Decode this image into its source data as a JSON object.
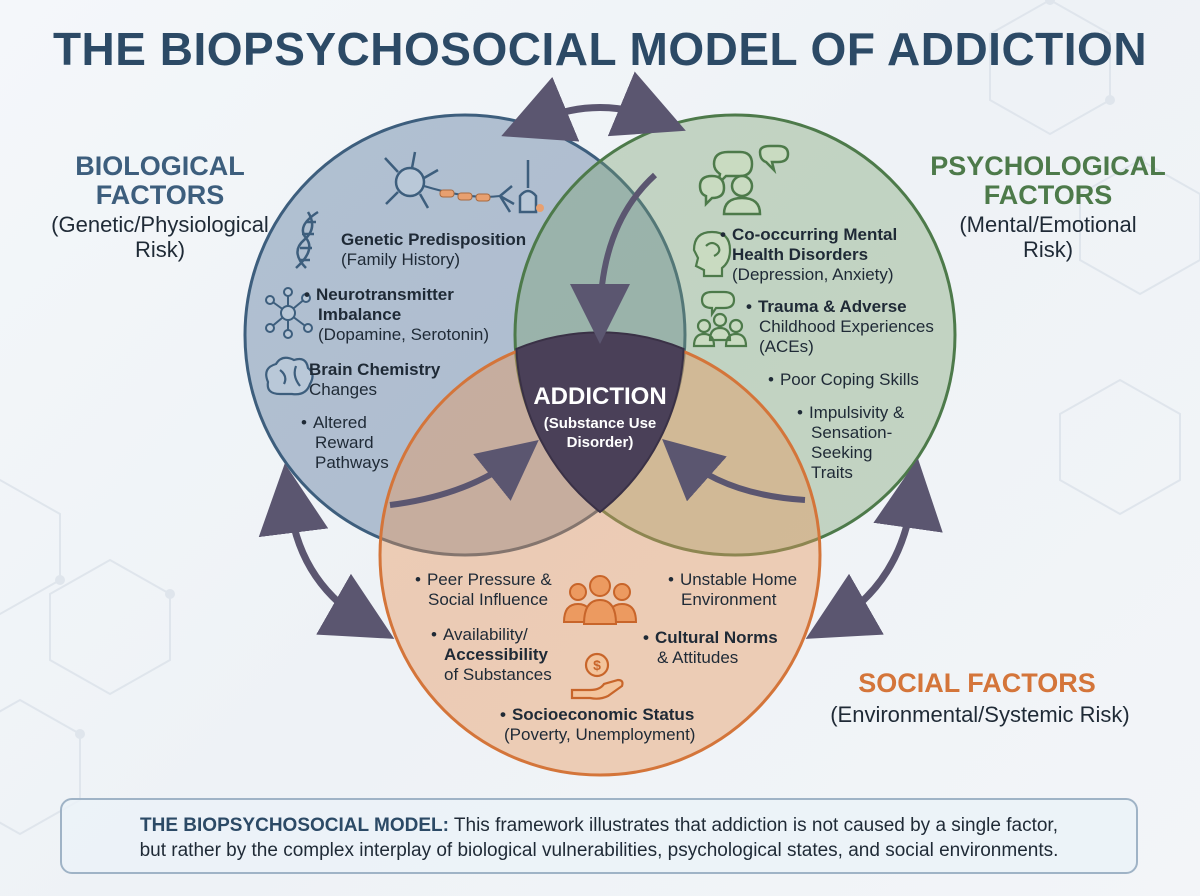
{
  "title": "THE BIOPSYCHOSOCIAL MODEL OF ADDICTION",
  "colors": {
    "biological": "#3d5e7d",
    "psychological": "#4d7a4a",
    "social": "#d4753a",
    "center": "#4a4058",
    "arrow": "#5b5670"
  },
  "biological": {
    "head_line1": "BIOLOGICAL",
    "head_line2": "FACTORS",
    "sub_line1": "(Genetic/Physiological",
    "sub_line2": "Risk)",
    "items": {
      "genetic_bold": "Genetic Predisposition",
      "genetic_sub": "(Family History)",
      "neuro_bold1": "Neurotransmitter",
      "neuro_bold2": "Imbalance",
      "neuro_sub": "(Dopamine, Serotonin)",
      "brain_bold": "Brain Chemistry",
      "brain_sub": "Changes",
      "reward_1": "Altered",
      "reward_2": "Reward",
      "reward_3": "Pathways"
    }
  },
  "psychological": {
    "head_line1": "PSYCHOLOGICAL",
    "head_line2": "FACTORS",
    "sub_line1": "(Mental/Emotional",
    "sub_line2": "Risk)",
    "items": {
      "cooccur_bold1": "Co-occurring Mental",
      "cooccur_bold2": "Health Disorders",
      "cooccur_sub": "(Depression, Anxiety)",
      "trauma_bold": "Trauma & Adverse",
      "trauma_sub1": "Childhood Experiences",
      "trauma_sub2": "(ACEs)",
      "coping": "Poor Coping Skills",
      "impuls_1": "Impulsivity &",
      "impuls_2": "Sensation-",
      "impuls_3": "Seeking",
      "impuls_4": "Traits"
    }
  },
  "social": {
    "head": "SOCIAL FACTORS",
    "sub": "(Environmental/Systemic Risk)",
    "items": {
      "peer_1": "Peer Pressure &",
      "peer_2": "Social Influence",
      "home_1": "Unstable Home",
      "home_2": "Environment",
      "avail_1": "Availability/",
      "avail_bold": "Accessibility",
      "avail_3": "of Substances",
      "cultural_bold": "Cultural Norms",
      "cultural_sub": "& Attitudes",
      "socio_bold": "Socioeconomic Status",
      "socio_sub": "(Poverty, Unemployment)"
    }
  },
  "center": {
    "title": "ADDICTION",
    "sub_line1": "(Substance Use",
    "sub_line2": "Disorder)"
  },
  "summary": {
    "label": "THE BIOPSYCHOSOCIAL MODEL:",
    "line1": "This framework illustrates that addiction is not caused by a single factor,",
    "line2": "but rather by the complex interplay of biological vulnerabilities, psychological states, and social environments."
  },
  "icons": [
    "neuron-icon",
    "dna-icon",
    "network-icon",
    "brain-icon",
    "speech-bubbles-icon",
    "head-icon",
    "group-bubble-icon",
    "people-group-icon",
    "money-hand-icon"
  ]
}
